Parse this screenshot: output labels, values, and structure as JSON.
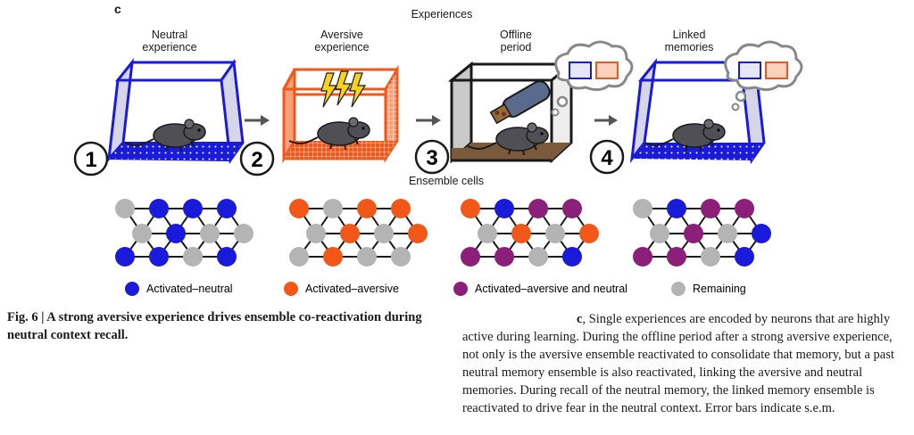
{
  "figure": {
    "panel_letter": "c",
    "title": "Experiences",
    "ensemble_label": "Ensemble cells",
    "stages": [
      {
        "number": "1",
        "line1": "Neutral",
        "line2": "experience"
      },
      {
        "number": "2",
        "line1": "Aversive",
        "line2": "experience"
      },
      {
        "number": "3",
        "line1": "Offline",
        "line2": "period"
      },
      {
        "number": "4",
        "line1": "Linked",
        "line2": "memories"
      }
    ],
    "legend": [
      {
        "label": "Activated–neutral",
        "color": "#1a1adb"
      },
      {
        "label": "Activated–aversive",
        "color": "#f2571a"
      },
      {
        "label": "Activated–aversive and neutral",
        "color": "#8c1f7a"
      },
      {
        "label": "Remaining",
        "color": "#b4b4b4"
      }
    ],
    "ensembles": [
      [
        "G",
        "B",
        "B",
        "B",
        "G",
        "B",
        "G",
        "G",
        "B",
        "B",
        "G",
        "B"
      ],
      [
        "O",
        "G",
        "O",
        "O",
        "G",
        "O",
        "G",
        "O",
        "G",
        "O",
        "G",
        "G"
      ],
      [
        "O",
        "B",
        "P",
        "P",
        "G",
        "O",
        "G",
        "O",
        "P",
        "P",
        "G",
        "B"
      ],
      [
        "G",
        "B",
        "P",
        "P",
        "G",
        "P",
        "G",
        "B",
        "P",
        "P",
        "G",
        "B"
      ]
    ],
    "colors": {
      "B": "#1a1adb",
      "O": "#f2571a",
      "P": "#8c1f7a",
      "G": "#b4b4b4"
    }
  },
  "caption": {
    "title": "Fig. 6 | A strong aversive experience drives ensemble co-reactivation during neutral context recall.",
    "panel_ref": "c",
    "body": ", Single experiences are encoded by neurons that are highly active during learning. During the offline period after a strong aversive experience, not only is the aversive ensemble reactivated to consolidate that memory, but a past neutral memory ensemble is also reactivated, linking the aversive and neutral memories. During recall of the neutral memory, the linked memory ensemble is reactivated to drive fear in the neutral context. Error bars indicate s.e.m."
  }
}
